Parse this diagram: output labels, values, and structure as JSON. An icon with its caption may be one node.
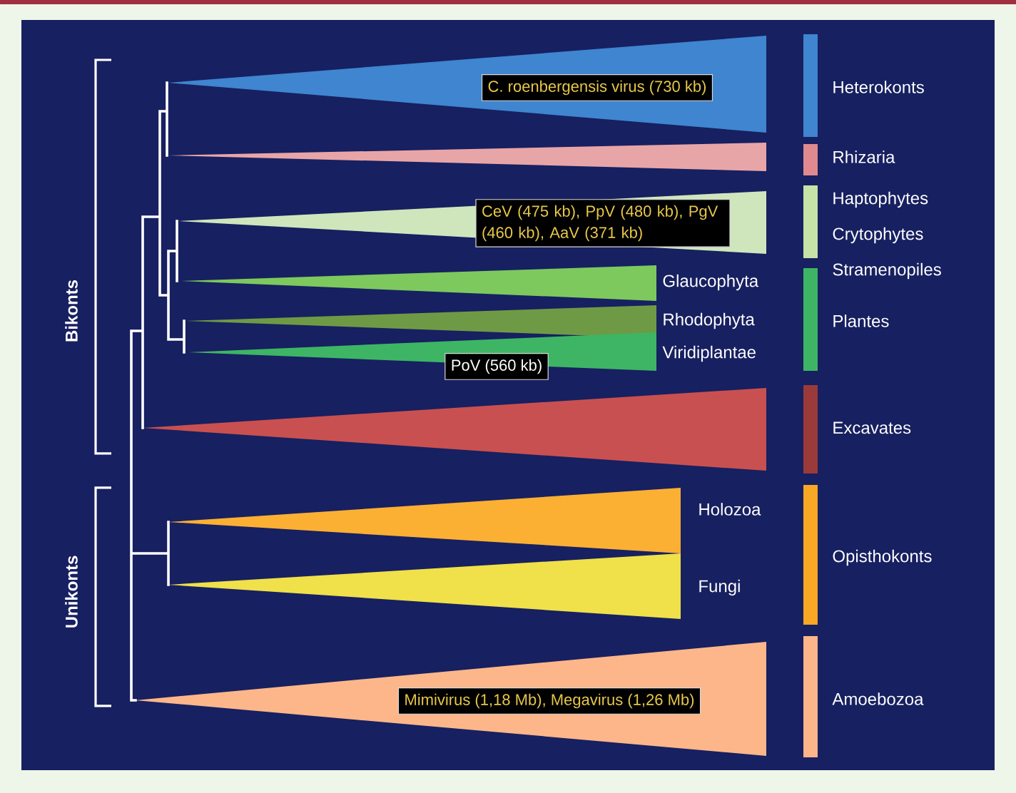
{
  "diagram": {
    "nodes": [
      {
        "text": [
          "C. roenbergensis virus (730 kb)"
        ],
        "in": 4
      },
      {
        "text": [
          "CeV (475 kb), PpV (480 kb), PgV (460 kb), AaV (371 kb)"
        ],
        "in": 6
      },
      {
        "text": [
          "PoV (560 kb)"
        ]
      },
      {
        "text": [
          "Mimivirus (1,18 Mb), Megavirus (1,26 Mb)"
        ],
        "in": 13
      },
      {
        "text": [],
        "shape": "triangle"
      },
      {
        "text": [],
        "shape": "triangle"
      },
      {
        "text": [],
        "shape": "triangle"
      },
      {
        "text": [],
        "shape": "triangle"
      },
      {
        "text": [],
        "shape": "triangle"
      },
      {
        "text": [],
        "shape": "triangle"
      },
      {
        "text": [],
        "shape": "triangle"
      },
      {
        "text": [],
        "shape": "triangle"
      },
      {
        "text": [],
        "shape": "triangle"
      },
      {
        "text": [],
        "shape": "triangle"
      }
    ],
    "labels": [
      "Bikonts",
      "Heterokonts",
      "Rhizaria",
      "Haptophytes",
      "Crytophytes",
      "Stramenopiles",
      "Glaucophyta",
      "Rhodophyta",
      "Viridiplantae",
      "Plantes",
      "Excavates",
      "Unikonts",
      "Holozoa",
      "Fungi",
      "Opisthokonts",
      "Amoebozoa"
    ]
  }
}
